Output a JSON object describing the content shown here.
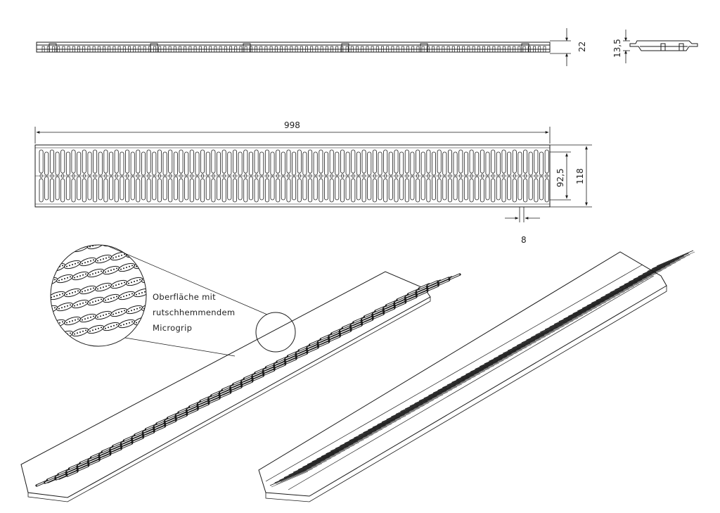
{
  "dimensions": {
    "length": "998",
    "width": "118",
    "inner_width": "92,5",
    "slot_width": "8",
    "height": "22",
    "section_height": "13,5"
  },
  "callout": {
    "line1": "Oberfläche mit",
    "line2": "rutschhemmendem",
    "line3": "Microgrip"
  },
  "colors": {
    "line": "#1a1a1a",
    "background": "#ffffff"
  }
}
